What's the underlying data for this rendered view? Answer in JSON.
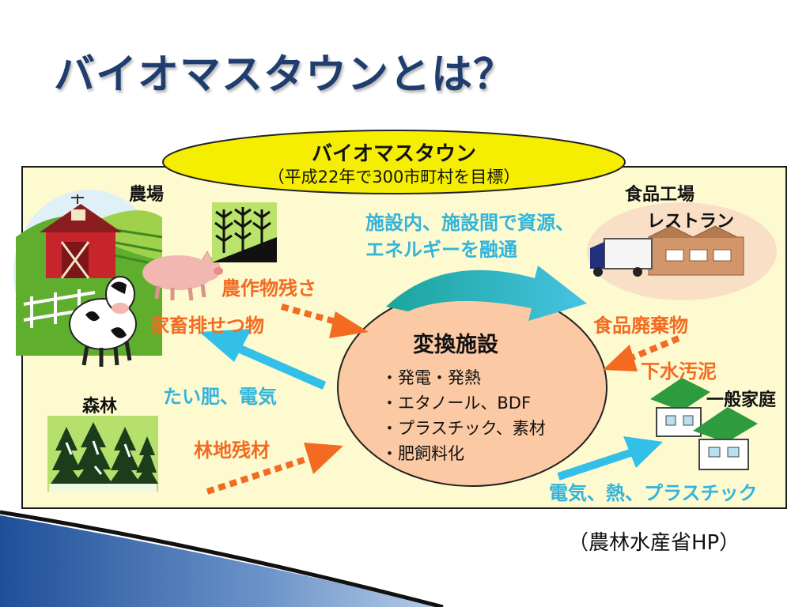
{
  "slide": {
    "title": "バイオマスタウンとは？",
    "source": "（農林水産省HP）"
  },
  "diagram": {
    "oval_title": "バイオマスタウン",
    "oval_subtitle": "（平成22年で300市町村を目標）",
    "places": {
      "farm": "農場",
      "food_factory": "食品工場",
      "restaurant": "レストラン",
      "forest": "森林",
      "household": "一般家庭"
    },
    "resources": {
      "crop_residue": "農作物残さ",
      "livestock_waste": "家畜排せつ物",
      "forest_residue": "林地残材",
      "food_waste": "食品廃棄物",
      "sewage_sludge": "下水汚泥"
    },
    "flows": {
      "sharing_line1": "施設内、施設間で資源、",
      "sharing_line2": "エネルギーを融通",
      "compost_power": "たい肥、電気",
      "power_heat_plastic": "電気、熱、プラスチック"
    },
    "conversion": {
      "title": "変換施設",
      "items": [
        "・発電・発熱",
        "・エタノール、BDF",
        "・プラスチック、素材",
        "・肥飼料化"
      ]
    }
  },
  "colors": {
    "title": "#1f3d6e",
    "panel": "#fdfad0",
    "oval": "#f5ee00",
    "conversion_fill": "#fbc9a3",
    "resource_orange": "#f26b21",
    "flow_blue": "#32b4dc",
    "teal": "#1eaaa8"
  }
}
